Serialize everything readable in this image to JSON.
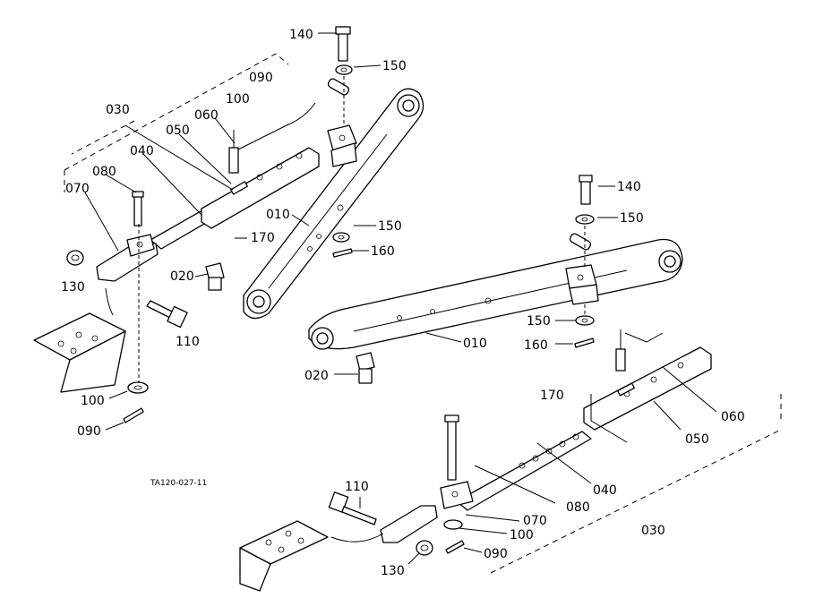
{
  "figure_code": "TA120-027-11",
  "callouts": [
    {
      "id": "c140a",
      "text": "140"
    },
    {
      "id": "c150a",
      "text": "150"
    },
    {
      "id": "c090a",
      "text": "090"
    },
    {
      "id": "c100a",
      "text": "100"
    },
    {
      "id": "c060a",
      "text": "060"
    },
    {
      "id": "c030a",
      "text": "030"
    },
    {
      "id": "c050a",
      "text": "050"
    },
    {
      "id": "c040a",
      "text": "040"
    },
    {
      "id": "c080a",
      "text": "080"
    },
    {
      "id": "c070a",
      "text": "070"
    },
    {
      "id": "c010a",
      "text": "010"
    },
    {
      "id": "c150b",
      "text": "150"
    },
    {
      "id": "c160a",
      "text": "160"
    },
    {
      "id": "c170a",
      "text": "170"
    },
    {
      "id": "c130a",
      "text": "130"
    },
    {
      "id": "c020a",
      "text": "020"
    },
    {
      "id": "c110a",
      "text": "110"
    },
    {
      "id": "c020b",
      "text": "020"
    },
    {
      "id": "c100b",
      "text": "100"
    },
    {
      "id": "c090b",
      "text": "090"
    },
    {
      "id": "c140b",
      "text": "140"
    },
    {
      "id": "c150c",
      "text": "150"
    },
    {
      "id": "c010b",
      "text": "010"
    },
    {
      "id": "c150d",
      "text": "150"
    },
    {
      "id": "c160b",
      "text": "160"
    },
    {
      "id": "c170b",
      "text": "170"
    },
    {
      "id": "c060b",
      "text": "060"
    },
    {
      "id": "c050b",
      "text": "050"
    },
    {
      "id": "c040b",
      "text": "040"
    },
    {
      "id": "c080b",
      "text": "080"
    },
    {
      "id": "c070b",
      "text": "070"
    },
    {
      "id": "c110b",
      "text": "110"
    },
    {
      "id": "c100c",
      "text": "100"
    },
    {
      "id": "c090c",
      "text": "090"
    },
    {
      "id": "c130b",
      "text": "130"
    },
    {
      "id": "c030b",
      "text": "030"
    }
  ]
}
